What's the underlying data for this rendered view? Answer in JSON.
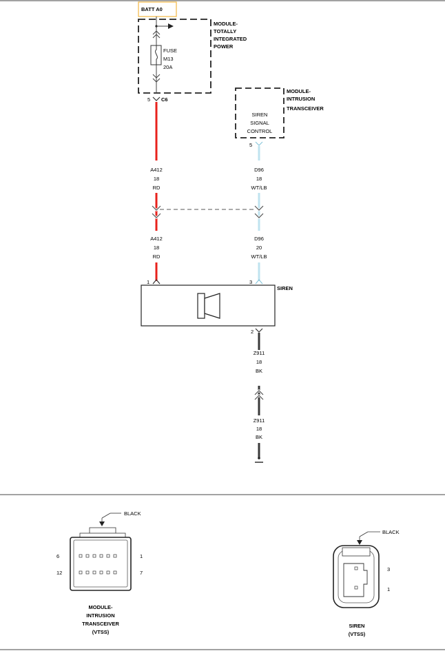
{
  "schematic": {
    "batt_label": "BATT A0",
    "tipm": {
      "lines": [
        "MODULE-",
        "TOTALLY",
        "INTEGRATED",
        "POWER"
      ]
    },
    "fuse": {
      "lines": [
        "FUSE",
        "M13",
        "20A"
      ]
    },
    "tipm_pin": "5",
    "tipm_connector": "C6",
    "itm": {
      "lines": [
        "MODULE-",
        "INTRUSION",
        "TRANSCEIVER"
      ]
    },
    "siren_signal": {
      "lines": [
        "SIREN",
        "SIGNAL",
        "CONTROL"
      ]
    },
    "itm_pin": "5",
    "wires": {
      "a412_upper": [
        "A412",
        "18",
        "RD"
      ],
      "d96_upper": [
        "D96",
        "18",
        "WT/LB"
      ],
      "a412_lower": [
        "A412",
        "18",
        "RD"
      ],
      "d96_lower": [
        "D96",
        "20",
        "WT/LB"
      ],
      "z911_upper": [
        "Z911",
        "18",
        "BK"
      ],
      "z911_lower": [
        "Z911",
        "18",
        "BK"
      ]
    },
    "siren": {
      "label": "SIREN",
      "pin_left": "1",
      "pin_right": "3",
      "pin_bottom": "2"
    },
    "colors": {
      "red_wire": "#e8221c",
      "white_lb_wire": "#bfe3ef",
      "black_wire": "#3a3a3a",
      "batt_border": "#f2b844"
    }
  },
  "connectors": {
    "itm_connector": {
      "color_label": "BLACK",
      "pin_top_left": "6",
      "pin_top_right": "1",
      "pin_bottom_left": "12",
      "pin_bottom_right": "7",
      "caption": [
        "MODULE-",
        "INTRUSION",
        "TRANSCEIVER",
        "(VTSS)"
      ]
    },
    "siren_connector": {
      "color_label": "BLACK",
      "pin_upper": "3",
      "pin_lower": "1",
      "caption": [
        "SIREN",
        "(VTSS)"
      ]
    }
  }
}
